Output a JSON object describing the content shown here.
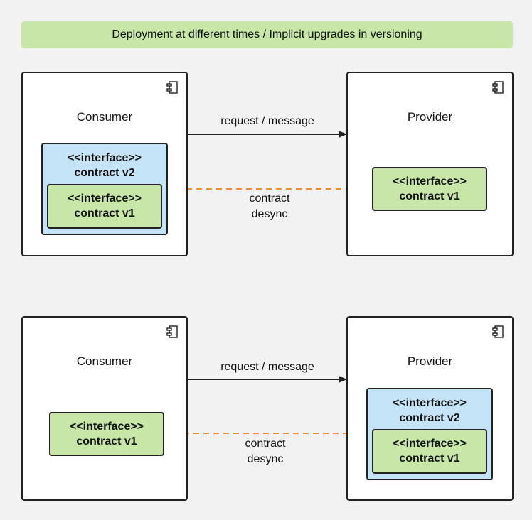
{
  "header": {
    "title": "Deployment at different times / Implicit upgrades in versioning"
  },
  "colors": {
    "green": "#c7e6a7",
    "blue": "#c4e3f6",
    "dashed": "#e8912e",
    "stroke": "#222222"
  },
  "icons": {
    "component": "component-icon"
  },
  "scenario1": {
    "consumer": {
      "title": "Consumer"
    },
    "provider": {
      "title": "Provider"
    },
    "consumer_outer": {
      "stereotype": "<<interface>>",
      "name": "contract v2"
    },
    "consumer_inner": {
      "stereotype": "<<interface>>",
      "name": "contract v1"
    },
    "provider_iface": {
      "stereotype": "<<interface>>",
      "name": "contract v1"
    },
    "request_label": "request / message",
    "desync_label_1": "contract",
    "desync_label_2": "desync"
  },
  "scenario2": {
    "consumer": {
      "title": "Consumer"
    },
    "provider": {
      "title": "Provider"
    },
    "consumer_iface": {
      "stereotype": "<<interface>>",
      "name": "contract v1"
    },
    "provider_outer": {
      "stereotype": "<<interface>>",
      "name": "contract v2"
    },
    "provider_inner": {
      "stereotype": "<<interface>>",
      "name": "contract v1"
    },
    "request_label": "request / message",
    "desync_label_1": "contract",
    "desync_label_2": "desync"
  }
}
